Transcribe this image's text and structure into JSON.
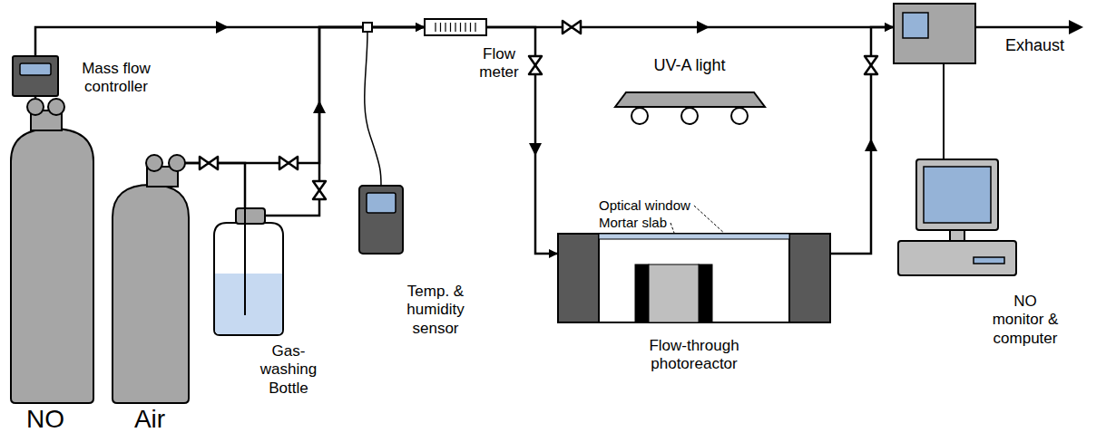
{
  "diagram": {
    "nodes": [
      {
        "text": [
          "Mass flow controller"
        ]
      },
      {
        "text": [
          "NO"
        ]
      },
      {
        "text": [
          "Air"
        ]
      },
      {
        "text": [
          "Gas-washing Bottle"
        ]
      },
      {
        "text": [
          "Temp. & humidity sensor"
        ]
      },
      {
        "text": [
          "Flow meter"
        ]
      },
      {
        "text": [
          "UV-A light"
        ]
      },
      {
        "text": [
          "Flow-through photoreactor"
        ]
      },
      {
        "text": [
          "NO monitor & computer"
        ]
      }
    ],
    "edges": [
      {
        "from": 1,
        "to": 0,
        "arrow": "none"
      },
      {
        "from": 0,
        "to": 5,
        "arrow": "to"
      },
      {
        "from": 2,
        "to": 3,
        "arrow": "none"
      },
      {
        "from": 2,
        "to": 5,
        "arrow": "to"
      },
      {
        "from": 3,
        "to": 5,
        "arrow": "to"
      },
      {
        "from": 5,
        "to": 7,
        "arrow": "to"
      },
      {
        "from": 7,
        "to": 8,
        "arrow": "to"
      },
      {
        "from": 5,
        "to": 8,
        "arrow": "to"
      }
    ],
    "labels": [
      "Optical window",
      "Mortar slab",
      "Exhaust"
    ]
  }
}
